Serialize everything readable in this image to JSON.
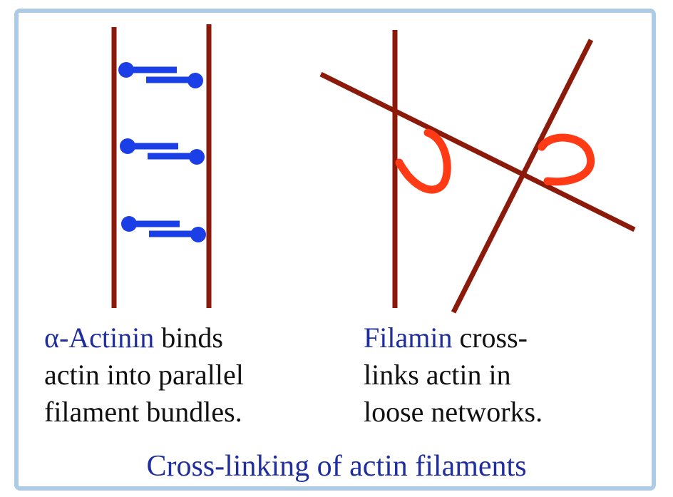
{
  "colors": {
    "actin": "#8b1a0a",
    "alpha_actinin": "#1a3fe6",
    "filamin": "#ff3a14",
    "term_text": "#1f2e9e",
    "body_text": "#111111",
    "frame": "#aecbe6"
  },
  "left_panel": {
    "term": "α-Actinin",
    "rest_line1": " binds",
    "line2": "actin into parallel",
    "line3": "filament bundles."
  },
  "right_panel": {
    "term": "Filamin",
    "rest_line1": " cross-",
    "line2": "links actin in",
    "line3": "loose networks."
  },
  "title": "Cross-linking of actin filaments"
}
